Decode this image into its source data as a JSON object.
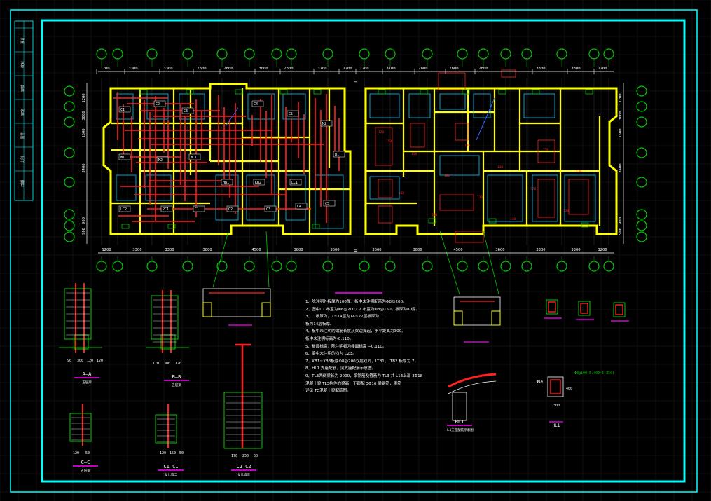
{
  "dims_top": [
    "1200",
    "3300",
    "3300",
    "2800",
    "2800",
    "3000",
    "2800",
    "3700",
    "1200",
    "1200",
    "3700",
    "2800",
    "2800",
    "2800",
    "3300",
    "3300",
    "1200"
  ],
  "dims_bottom": [
    "1200",
    "3300",
    "3300",
    "3600",
    "4500",
    "3000",
    "3600",
    "3600",
    "3000",
    "4500",
    "3600",
    "3300",
    "3300",
    "1200"
  ],
  "dims_left": [
    "1200",
    "3000",
    "1500",
    "3400",
    "900",
    "900"
  ],
  "dims_right": [
    "1200",
    "3000",
    "1500",
    "3400",
    "900",
    "900"
  ],
  "room_labels": [
    "C1",
    "C2",
    "C3",
    "C4",
    "C5",
    "M1",
    "M2",
    "MC1",
    "HB1",
    "KB2",
    "LC1",
    "LC2",
    "PC1"
  ],
  "rebar_labels": [
    "120",
    "150",
    "100",
    "110",
    "130",
    "770"
  ],
  "section_titles": [
    "A—A",
    "B—B",
    "C—C",
    "C1—C1",
    "C2—C2",
    "HL1"
  ],
  "section_subtitles": [
    "五层梁",
    "五层梁",
    "五层梁",
    "女儿墙二",
    "女儿墙三",
    "HL1支座配筋示意图"
  ],
  "section_dims": {
    "aa": [
      "90",
      "300",
      "120",
      "120"
    ],
    "bb": [
      "170",
      "300",
      "120"
    ],
    "cc": [
      "120",
      "50"
    ],
    "c1": [
      "120",
      "150",
      "50"
    ],
    "c2": [
      "170",
      "250",
      "50"
    ],
    "hl1": [
      "300",
      "400",
      "Φ14",
      "Φ8@100(5.400~5.850)"
    ]
  },
  "notes": [
    "1、除注明外板厚为100厚，板中未注明配筋为Φ8@200。",
    "2、图中C1 布置为Φ8@200,C2 布置为Φ8@150，板厚为80厚。",
    "3、…板厚为，1~14层为14~27层板厚为…",
    "   板为14层板厚。",
    "4、板中未注明的钢筋长度从梁边算起，水平距离为300。",
    "   板中未注明标高为-0.110。",
    "5、板面标高，除注明者为楼面标高 −0.110。",
    "6、梁中未注明的均为 CZ3。",
    "7、XB1~XB3板厚Φ8@200双层双向，LTB1、LTB2 板厚为 7。",
    "8、HL1 支座配筋，见支座配筋示意图。",
    "9、TL3两侧梁长为 2000，梁钢筋及箍筋为 TL3 共 L13上部 3Φ18",
    "   混凝土梁 TL3构件的梁高，下部配 3Φ16 梁钢筋，箍筋",
    "   详见 TC混凝土梁配筋图。"
  ],
  "title_block_rows": [
    "设计",
    "校对",
    "审核",
    "审定",
    "图号",
    "比例",
    "日期"
  ],
  "colors": {
    "frame": "#00ffff",
    "wall": "#ffff00",
    "beam": "#ff2020",
    "grid": "#00c800",
    "dim": "#ffffff",
    "text_red": "#ff2020",
    "section": "#ff00ff"
  }
}
